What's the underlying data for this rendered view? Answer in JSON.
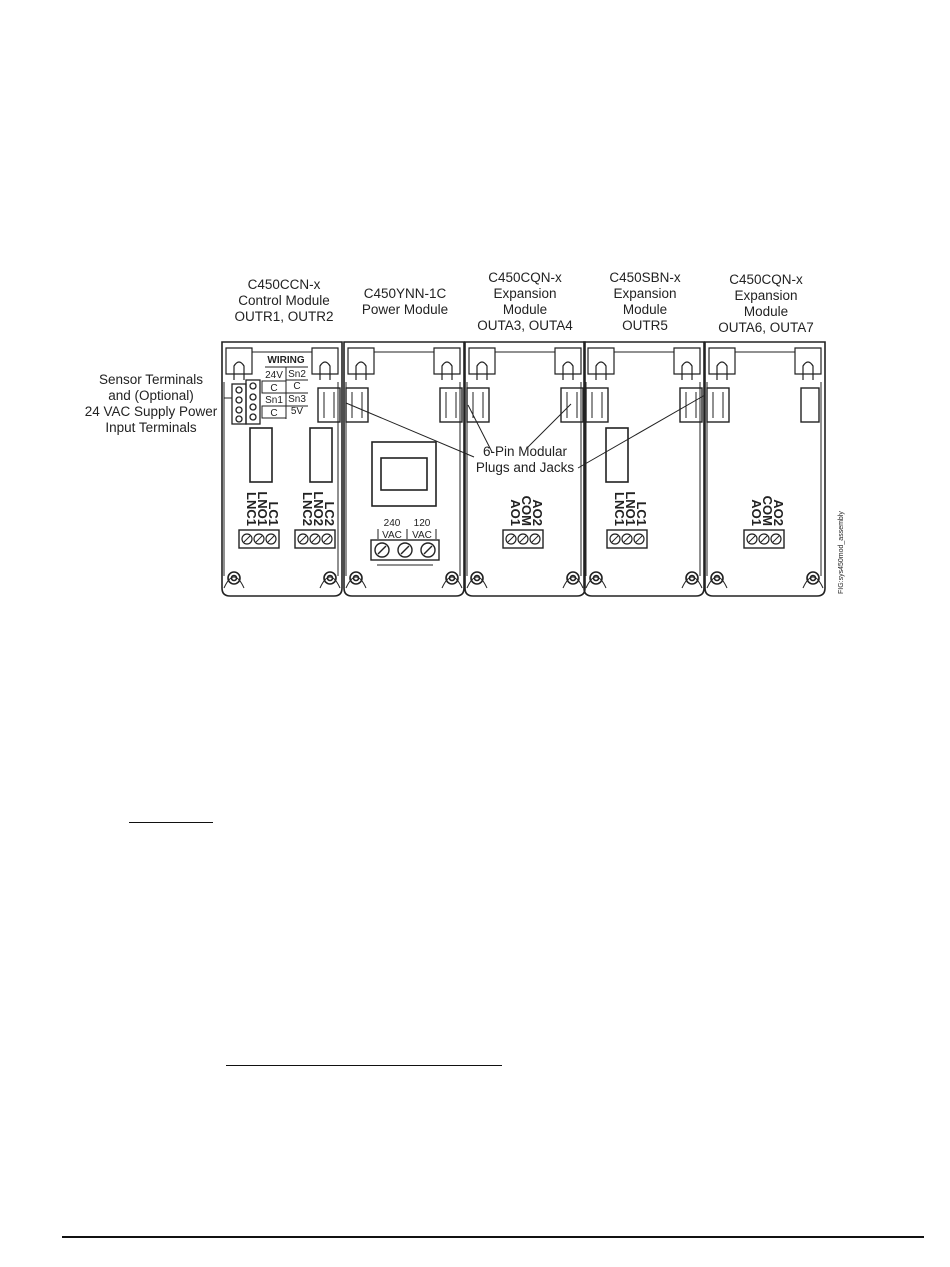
{
  "modules": [
    {
      "part": "C450CCN-x",
      "type": "Control Module",
      "outputs": "OUTR1, OUTR2"
    },
    {
      "part": "C450YNN-1C",
      "type": "Power Module",
      "outputs": ""
    },
    {
      "part": "C450CQN-x",
      "type": "Expansion Module",
      "outputs": "OUTA3, OUTA4"
    },
    {
      "part": "C450SBN-x",
      "type": "Expansion Module",
      "outputs": "OUTR5"
    },
    {
      "part": "C450CQN-x",
      "type": "Expansion Module",
      "outputs": "OUTA6, OUTA7"
    }
  ],
  "callouts": {
    "sensor": [
      "Sensor Terminals",
      "and (Optional)",
      "24 VAC Supply Power",
      "Input Terminals"
    ],
    "jacks": [
      "6-Pin Modular",
      "Plugs and Jacks"
    ]
  },
  "wiring": {
    "title": "WIRING",
    "left_col": [
      "24V",
      "C",
      "Sn1",
      "C"
    ],
    "right_col": [
      "Sn2",
      "C",
      "Sn3",
      "5V"
    ]
  },
  "relay_terminals": {
    "group1": [
      "LC1",
      "LNO1",
      "LNC1"
    ],
    "group2": [
      "LC2",
      "LNO2",
      "LNC2"
    ],
    "group5": [
      "LC1",
      "LNO1",
      "LNC1"
    ]
  },
  "analog_terminals": [
    "AO2",
    "COM",
    "AO1"
  ],
  "power_terminals": {
    "left": "240",
    "right": "120",
    "unit": "VAC"
  },
  "figure_id": "FIG:sys450mod_assembly"
}
